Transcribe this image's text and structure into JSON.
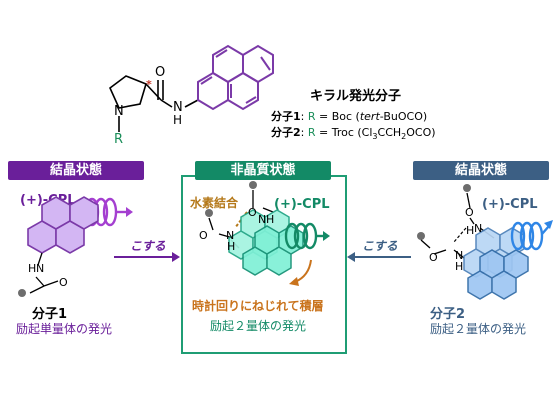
{
  "top": {
    "chiral_title": "キラル発光分子",
    "mol1_prefix": "分子1",
    "mol1_r": "R",
    "mol1_rest": " = Boc (",
    "mol1_italic": "tert",
    "mol1_tail": "-BuOCO)",
    "mol2_prefix": "分子2",
    "mol2_r": "R",
    "mol2_rest": " = Troc (Cl",
    "mol2_sub1": "3",
    "mol2_mid": "CCH",
    "mol2_sub2": "2",
    "mol2_tail": "OCO)",
    "atom_N": "N",
    "atom_H": "H",
    "atom_R": "R",
    "atom_O": "O",
    "atom_star": "*"
  },
  "left_panel": {
    "header": "結晶状態",
    "cpl": "(+)-CPL",
    "mol_label": "分子1",
    "emission": "励起単量体の発光",
    "atom_H": "H",
    "atom_N": "N",
    "atom_O": "O"
  },
  "center_panel": {
    "header": "非晶質状態",
    "hbond": "水素結合",
    "cpl": "(+)-CPL",
    "stack": "時計回りにねじれて積層",
    "emission": "励起２量体の発光",
    "atom_N1": "N",
    "atom_H1": "H",
    "atom_N2": "N",
    "atom_H2": "H",
    "atom_O1": "O",
    "atom_O2": "O"
  },
  "right_panel": {
    "header": "結晶状態",
    "cpl": "(+)-CPL",
    "mol_label": "分子2",
    "emission": "励起２量体の発光",
    "atom_N1": "N",
    "atom_H1": "H",
    "atom_N2": "N",
    "atom_H2": "H",
    "atom_O1": "O",
    "atom_O2": "O"
  },
  "arrows": {
    "left": "こする",
    "right": "こする"
  },
  "colors": {
    "purple": "#6a1f9a",
    "purple_light": "#c8a6ec",
    "green": "#138a66",
    "green_light": "#7ff0d6",
    "blue": "#3c5f84",
    "blue_light": "#9ec6f2",
    "orange": "#c9731c",
    "tan": "#b5791a"
  }
}
